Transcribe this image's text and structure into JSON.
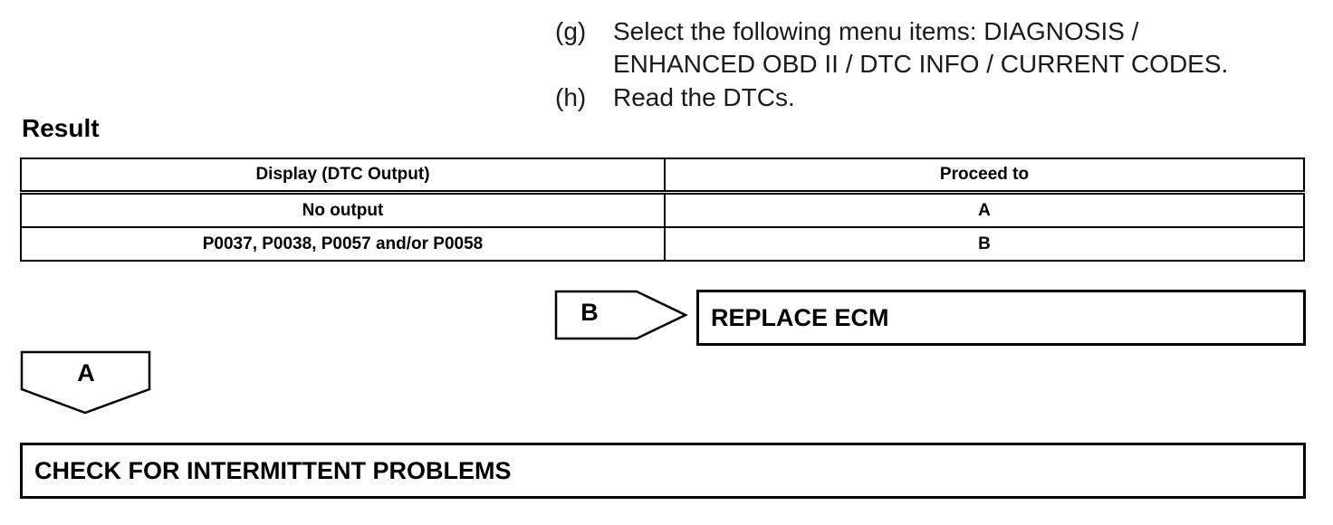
{
  "steps": [
    {
      "letter": "(g)",
      "line1": "Select the following menu items: DIAGNOSIS /",
      "line2": "ENHANCED OBD II / DTC INFO / CURRENT CODES."
    },
    {
      "letter": "(h)",
      "line1": "Read the DTCs."
    }
  ],
  "result": {
    "heading": "Result",
    "headers": [
      "Display (DTC Output)",
      "Proceed to"
    ],
    "rows": [
      [
        "No output",
        "A"
      ],
      [
        "P0037, P0038, P0057 and/or P0058",
        "B"
      ]
    ]
  },
  "flow": {
    "branch_b_label": "B",
    "branch_b_action": "REPLACE ECM",
    "branch_a_label": "A",
    "branch_a_action": "CHECK FOR INTERMITTENT PROBLEMS"
  }
}
